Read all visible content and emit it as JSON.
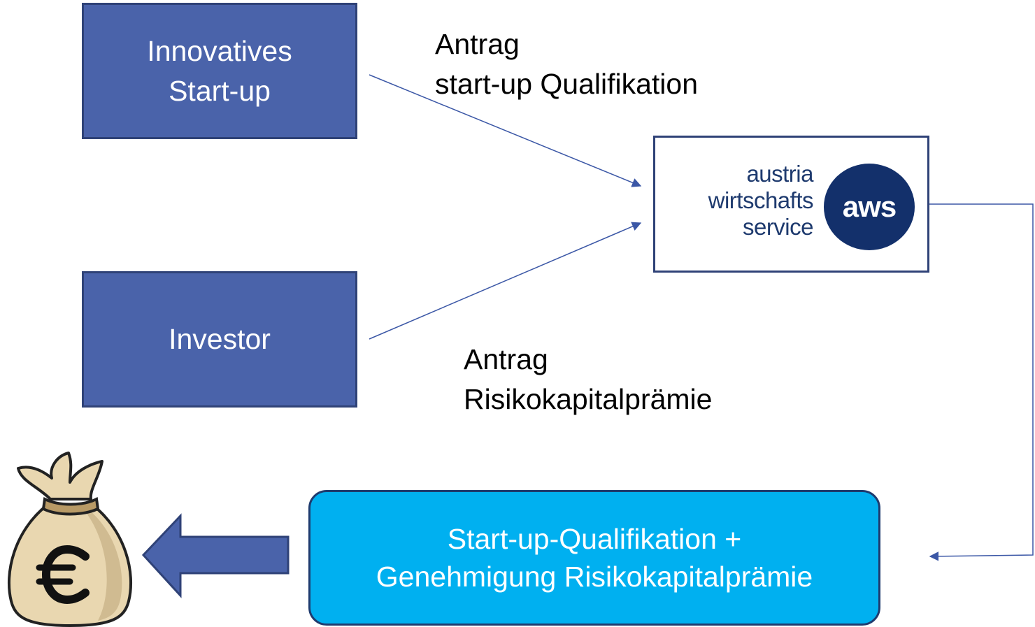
{
  "nodes": {
    "startup": {
      "line1": "Innovatives",
      "line2": "Start-up"
    },
    "investor": {
      "label": "Investor"
    },
    "aws": {
      "line1": "austria",
      "line2": "wirtschafts",
      "line3": "service",
      "badge": "aws"
    },
    "result": {
      "line1": "Start-up-Qualifikation +",
      "line2": "Genehmigung Risikokapitalprämie"
    }
  },
  "labels": {
    "top": {
      "line1": "Antrag",
      "line2": "start-up Qualifikation"
    },
    "bottom": {
      "line1": "Antrag",
      "line2": "Risikokapitalprämie"
    }
  },
  "icons": {
    "money_bag": "money-bag-euro-icon",
    "block_arrow": "block-arrow-left-icon"
  },
  "colors": {
    "box_blue": "#4a63aa",
    "box_border": "#2f4277",
    "aws_navy": "#13306b",
    "result_cyan": "#00b0f0",
    "connector": "#3b57a6"
  }
}
